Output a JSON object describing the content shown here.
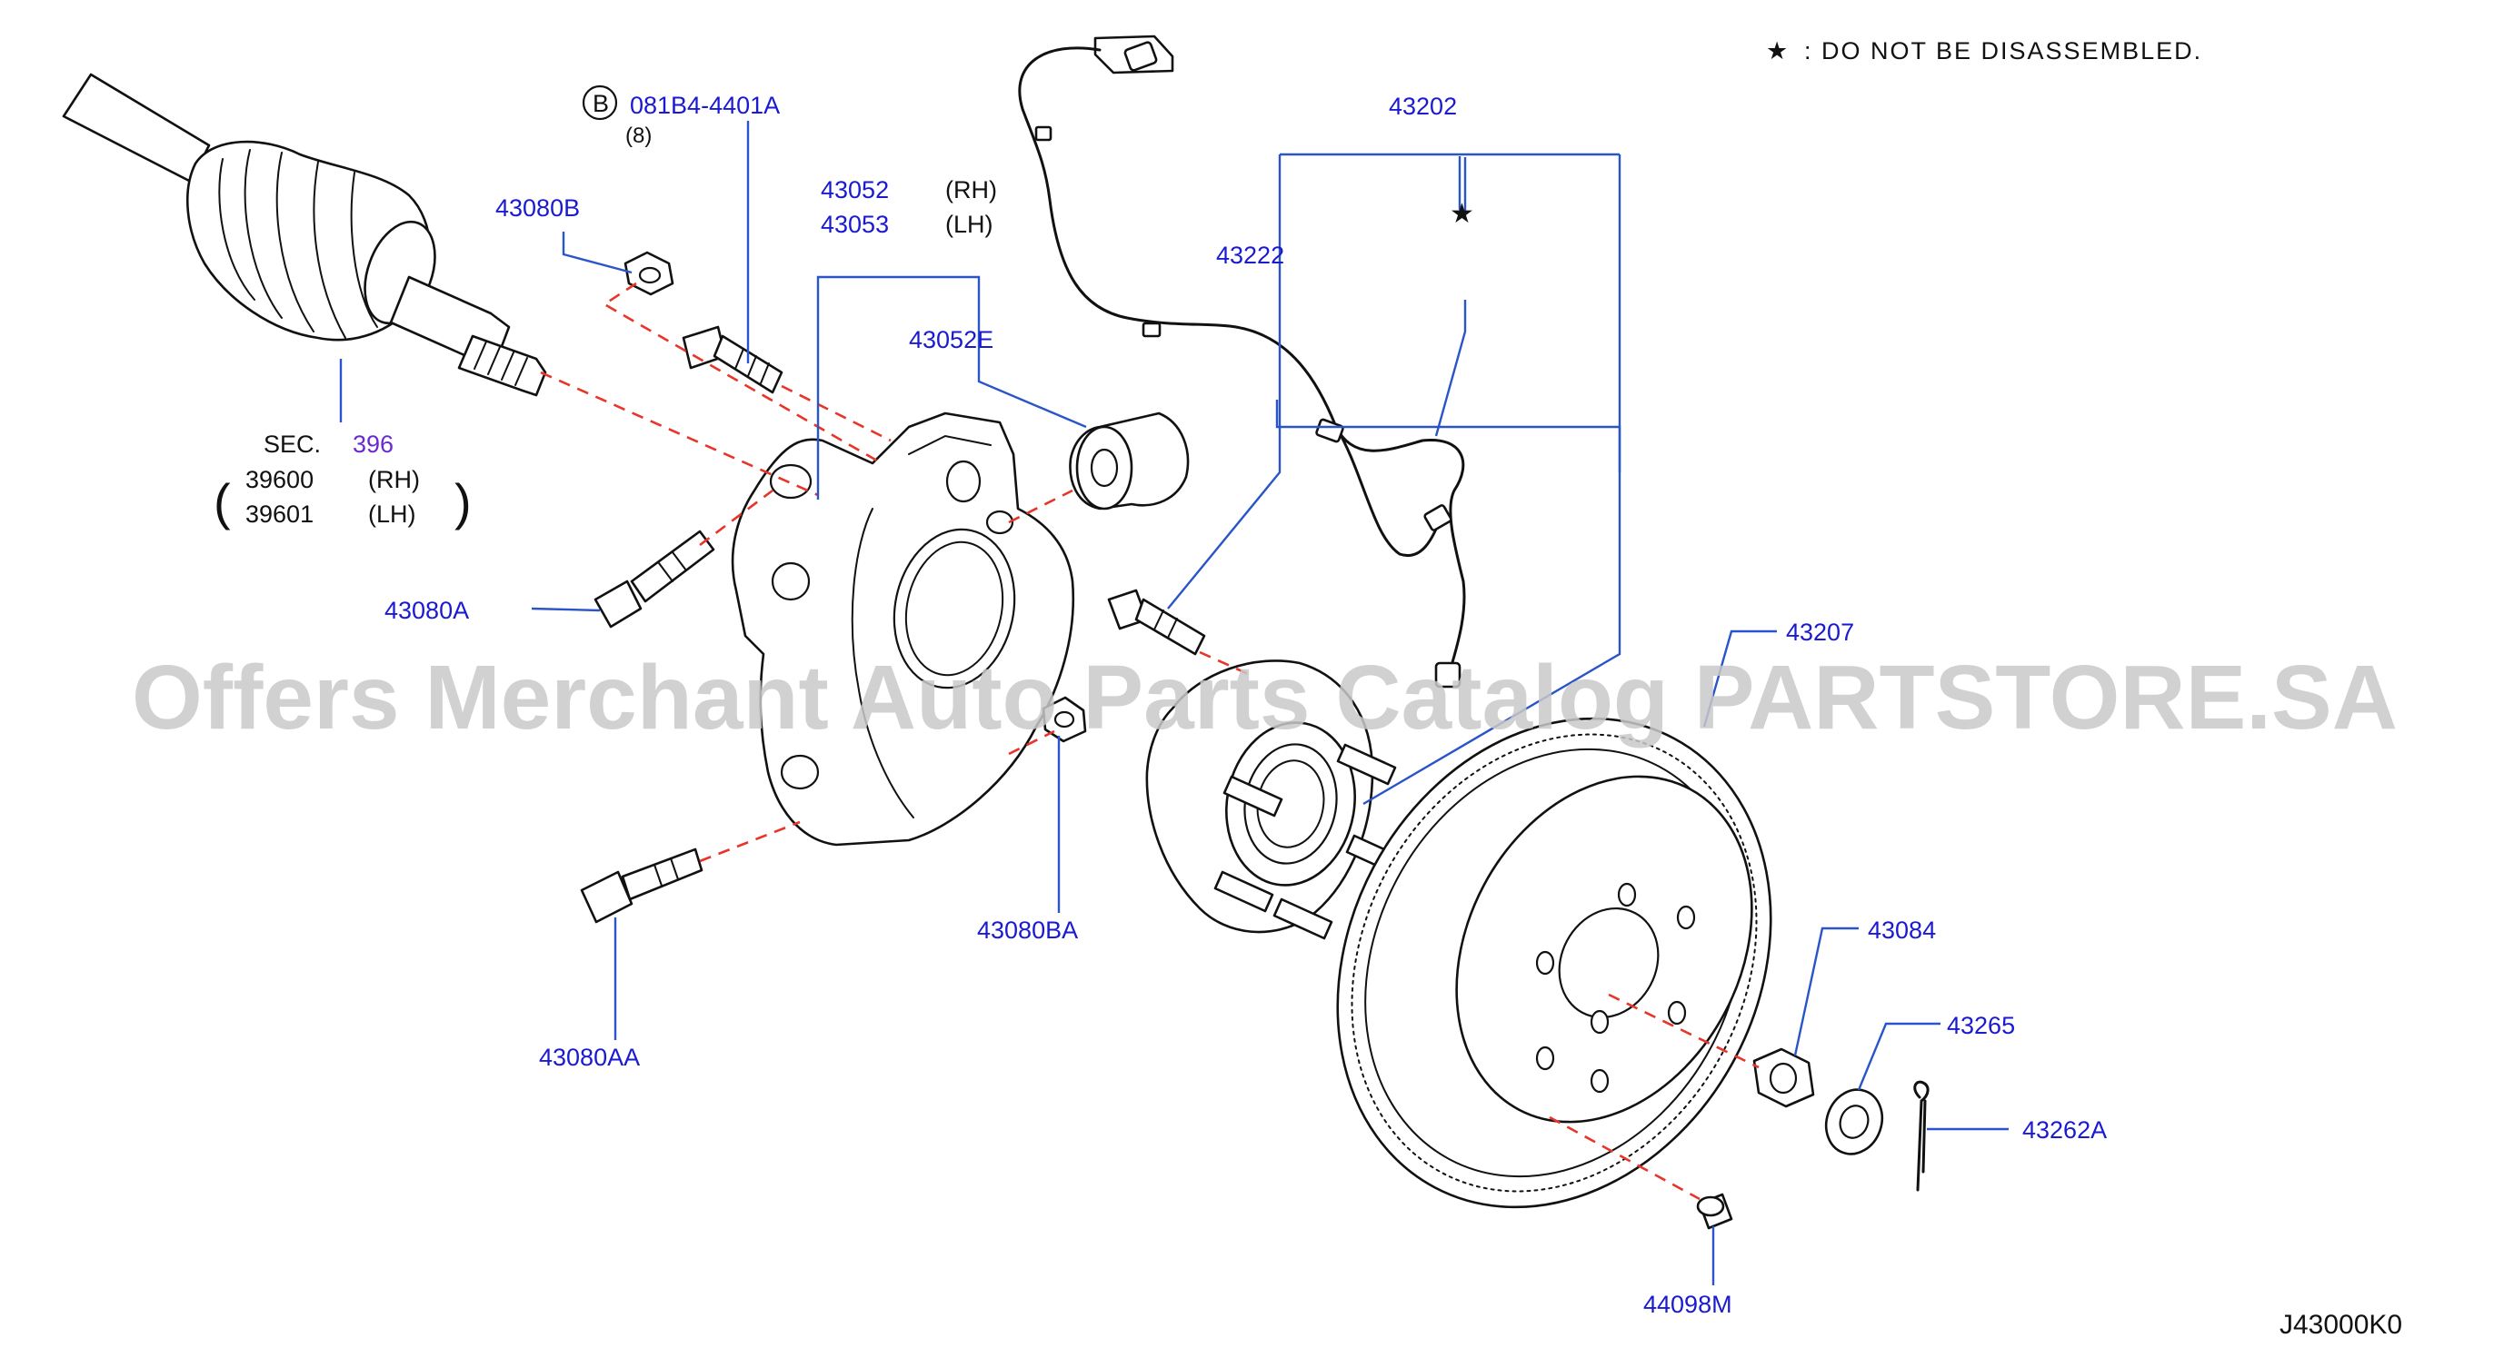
{
  "note": {
    "star": "★",
    "text": ": DO NOT BE DISASSEMBLED."
  },
  "watermark": "Offers Merchant Auto Parts Catalog PARTSTORE.SA",
  "diagram_code": "J43000K0",
  "labels": {
    "bolt_b_symbol": "B",
    "bolt_b_part": "081B4-4401A",
    "bolt_b_qty": "(8)",
    "p43080B": "43080B",
    "p43052": "43052",
    "p43052_side": "(RH)",
    "p43053": "43053",
    "p43053_side": "(LH)",
    "p43052E": "43052E",
    "p43202": "43202",
    "p43202_star": "★",
    "p43222": "43222",
    "sec_prefix": "SEC.",
    "sec_number": "396",
    "p39600": "39600",
    "p39600_side": "(RH)",
    "p39601": "39601",
    "p39601_side": "(LH)",
    "p43080A": "43080A",
    "p43080AA": "43080AA",
    "p43080BA": "43080BA",
    "p43207": "43207",
    "p43084": "43084",
    "p43265": "43265",
    "p43262A": "43262A",
    "p44098M": "44098M"
  },
  "colors": {
    "part_number": "#1a1ad0",
    "leader_line": "#2a55c8",
    "alignment_dash": "#e8352a",
    "section_ref": "#6a2ad0",
    "watermark": "#c9c9c9"
  }
}
